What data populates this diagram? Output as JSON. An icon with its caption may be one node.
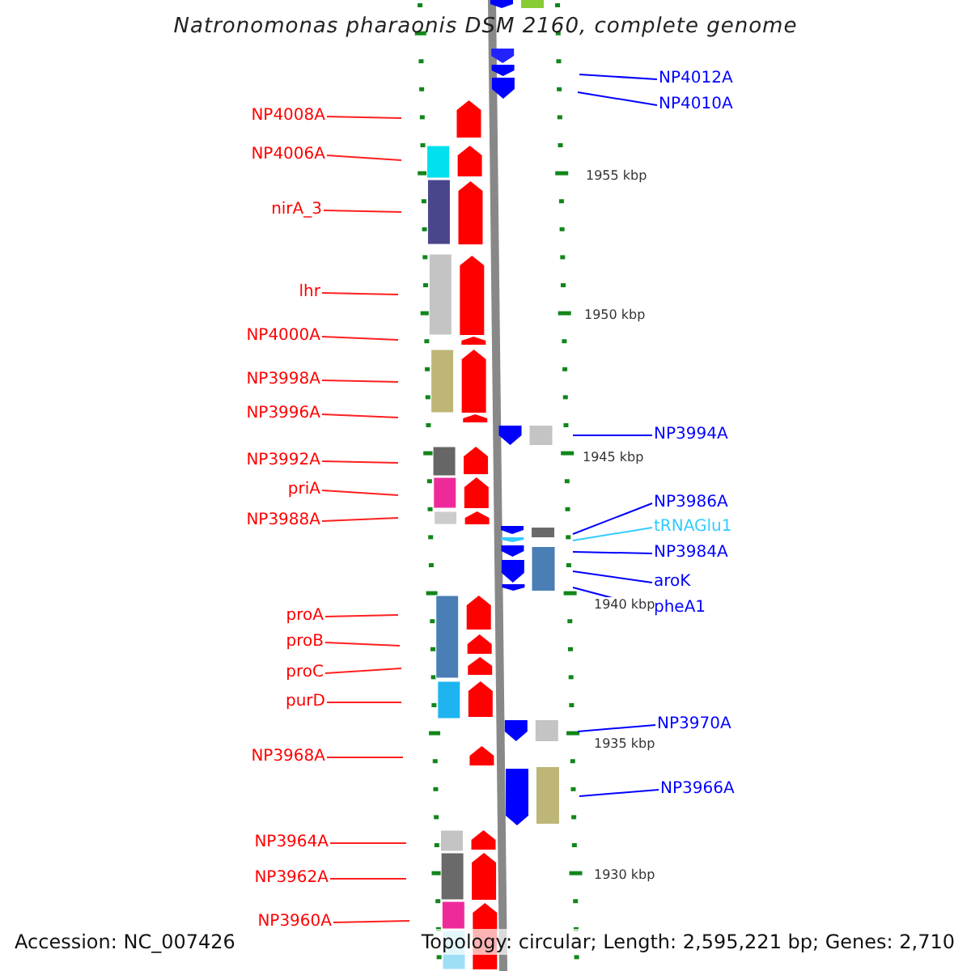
{
  "diagram": {
    "title": "Natronomonas pharaonis DSM 2160, complete genome",
    "nodes": [
      {
        "text": [
          "NP4008A"
        ]
      },
      {
        "text": [
          "NP4006A"
        ]
      },
      {
        "text": [
          "nirA_3"
        ]
      },
      {
        "text": [
          "lhr"
        ]
      },
      {
        "text": [
          "NP4000A"
        ]
      },
      {
        "text": [
          "NP3998A"
        ]
      },
      {
        "text": [
          "NP3996A"
        ]
      },
      {
        "text": [
          "NP3992A"
        ]
      },
      {
        "text": [
          "priA"
        ]
      },
      {
        "text": [
          "NP3988A"
        ]
      },
      {
        "text": [
          "proA"
        ]
      },
      {
        "text": [
          "proB"
        ]
      },
      {
        "text": [
          "proC"
        ]
      },
      {
        "text": [
          "purD"
        ]
      },
      {
        "text": [
          "NP3968A"
        ]
      },
      {
        "text": [
          "NP3964A"
        ]
      },
      {
        "text": [
          "NP3962A"
        ]
      },
      {
        "text": [
          "NP3960A"
        ]
      },
      {
        "text": [
          "NP4012A"
        ]
      },
      {
        "text": [
          "NP4010A"
        ]
      },
      {
        "text": [
          "NP3994A"
        ]
      },
      {
        "text": [
          "NP3986A"
        ]
      },
      {
        "text": [
          "tRNAGlu1"
        ]
      },
      {
        "text": [
          "NP3984A"
        ]
      },
      {
        "text": [
          "aroK"
        ]
      },
      {
        "text": [
          "pheA1"
        ]
      },
      {
        "text": [
          "NP3970A"
        ]
      },
      {
        "text": [
          "NP3966A"
        ]
      }
    ],
    "edges": [
      {
        "from": 0,
        "to": null,
        "arrow": "none"
      },
      {
        "from": 1,
        "to": null,
        "arrow": "none"
      },
      {
        "from": 2,
        "to": null,
        "arrow": "none"
      },
      {
        "from": 3,
        "to": null,
        "arrow": "none"
      },
      {
        "from": 4,
        "to": null,
        "arrow": "none"
      },
      {
        "from": 5,
        "to": null,
        "arrow": "none"
      },
      {
        "from": 6,
        "to": null,
        "arrow": "none"
      },
      {
        "from": 7,
        "to": null,
        "arrow": "none"
      },
      {
        "from": 8,
        "to": null,
        "arrow": "none"
      },
      {
        "from": 9,
        "to": null,
        "arrow": "none"
      },
      {
        "from": 10,
        "to": null,
        "arrow": "none"
      },
      {
        "from": 11,
        "to": null,
        "arrow": "none"
      },
      {
        "from": 12,
        "to": null,
        "arrow": "none"
      },
      {
        "from": 13,
        "to": null,
        "arrow": "none"
      },
      {
        "from": 14,
        "to": null,
        "arrow": "none"
      },
      {
        "from": 15,
        "to": null,
        "arrow": "none"
      },
      {
        "from": 16,
        "to": null,
        "arrow": "none"
      },
      {
        "from": 17,
        "to": null,
        "arrow": "none"
      },
      {
        "from": 18,
        "to": null,
        "arrow": "none",
        "color": "#0000ff"
      },
      {
        "from": 19,
        "to": null,
        "arrow": "none",
        "color": "#0000ff"
      },
      {
        "from": 20,
        "to": null,
        "arrow": "none",
        "color": "#0000ff"
      },
      {
        "from": 21,
        "to": null,
        "arrow": "none",
        "color": "#0000ff"
      },
      {
        "from": 22,
        "to": null,
        "arrow": "none",
        "color": "#33ccff"
      },
      {
        "from": 23,
        "to": null,
        "arrow": "none",
        "color": "#0000ff"
      },
      {
        "from": 24,
        "to": null,
        "arrow": "none",
        "color": "#0000ff"
      },
      {
        "from": 25,
        "to": null,
        "arrow": "none",
        "color": "#0000ff"
      },
      {
        "from": 26,
        "to": null,
        "arrow": "none",
        "color": "#0000ff"
      },
      {
        "from": 27,
        "to": null,
        "arrow": "none",
        "color": "#0000ff"
      }
    ],
    "labels": [
      "1955 kbp",
      "1950 kbp",
      "1945 kbp",
      "1940 kbp",
      "1935 kbp",
      "1930 kbp",
      "Accession: NC_007426",
      "Topology: circular; Length: 2,595,221 bp; Genes: 2,710"
    ]
  }
}
